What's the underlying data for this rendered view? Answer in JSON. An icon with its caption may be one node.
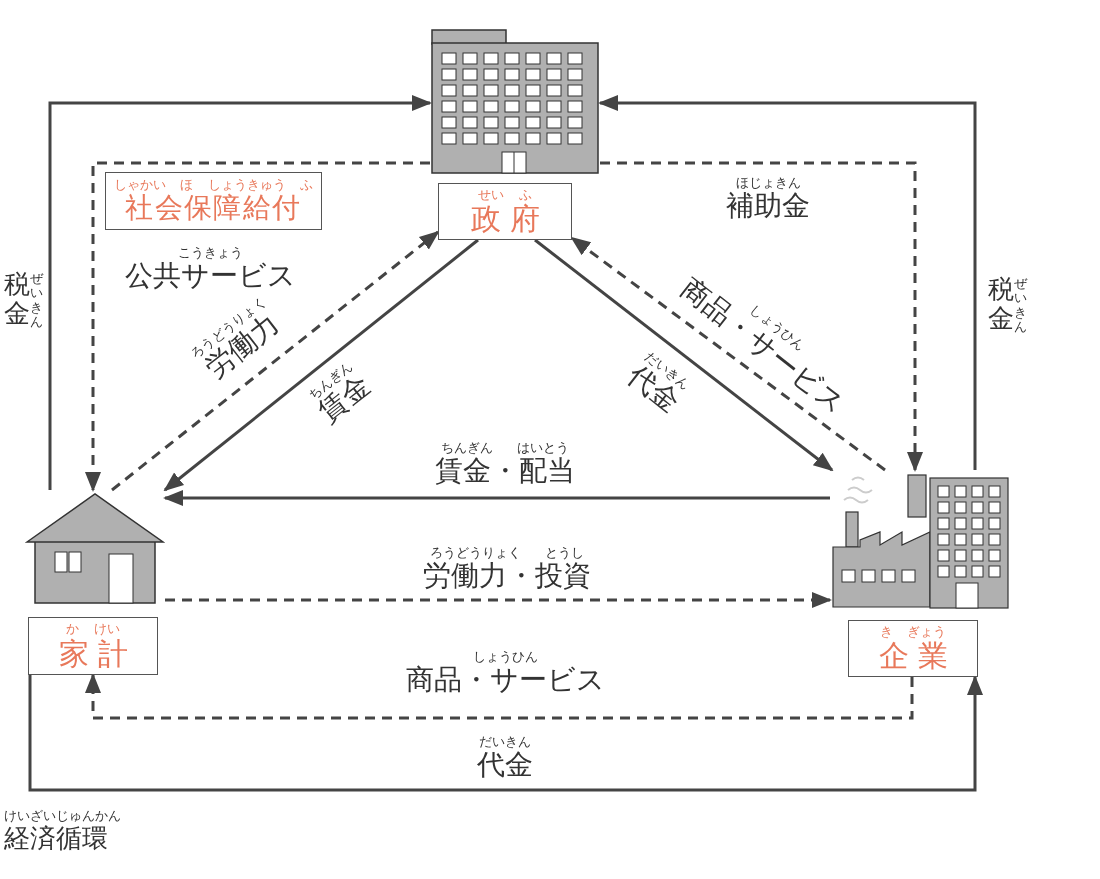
{
  "diagram": {
    "title": "経済循環",
    "nodes": [
      {
        "text": [],
        "shape": "picture"
      },
      {
        "text": [
          "せい ふ",
          "政府"
        ]
      },
      {
        "text": [],
        "shape": "picture"
      },
      {
        "text": [
          "か けい",
          "家計"
        ]
      },
      {
        "text": [],
        "shape": "picture"
      },
      {
        "text": [
          "き ぎょう",
          "企業"
        ]
      },
      {
        "text": [
          "しゃかい ほ しょうきゅう ふ",
          "社会保障給付"
        ]
      }
    ],
    "edges": [
      {
        "from": 2,
        "to": 0,
        "arrow": "to",
        "label": "税金"
      },
      {
        "from": 4,
        "to": 0,
        "arrow": "to",
        "label": "税金"
      },
      {
        "from": 0,
        "to": 2,
        "arrow": "to",
        "label": "公共サービス",
        "style": "dashed"
      },
      {
        "from": 0,
        "to": 4,
        "arrow": "to",
        "label": "補助金",
        "style": "dashed"
      },
      {
        "from": 2,
        "to": 1,
        "arrow": "to",
        "label": "労働力",
        "style": "dashed"
      },
      {
        "from": 1,
        "to": 2,
        "arrow": "to",
        "label": "賃金"
      },
      {
        "from": 1,
        "to": 4,
        "arrow": "to",
        "label": "代金"
      },
      {
        "from": 4,
        "to": 1,
        "arrow": "to",
        "label": "商品・サービス",
        "style": "dashed"
      },
      {
        "from": 4,
        "to": 2,
        "arrow": "to",
        "label": "賃金・配当"
      },
      {
        "from": 2,
        "to": 4,
        "arrow": "to",
        "label": "労働力・投資",
        "style": "dashed"
      },
      {
        "from": 5,
        "to": 3,
        "arrow": "to",
        "label": "商品・サービス",
        "style": "dashed"
      },
      {
        "from": 3,
        "to": 5,
        "arrow": "to",
        "label": "代金"
      }
    ],
    "labels": [
      "ぜいきん",
      "こうきょう",
      "ほじょきん",
      "ぜいきん",
      "しょうひん",
      "ろうどうりょく",
      "ちんぎん",
      "だいきん",
      "ちんぎん はいとう",
      "ろうどうりょく とうし",
      "しょうひん",
      "だいきん",
      "けいざいじゅんかん"
    ]
  }
}
